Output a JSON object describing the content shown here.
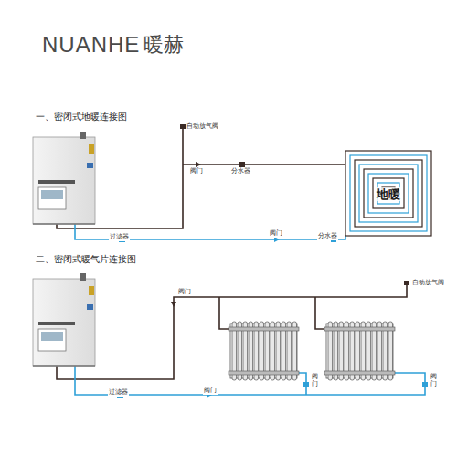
{
  "diagram": {
    "nodes": [
      {
        "text": [
          "地暖"
        ]
      }
    ],
    "labels": [
      "NUANHE",
      "暖赫",
      "一、密闭式地暖连接图",
      "自动放气阀",
      "阀门",
      "分水器",
      "过滤器",
      "阀门",
      "分水器",
      "二、密闭式暖气片连接图",
      "阀门",
      "自动放气阀",
      "过滤器",
      "阀门",
      "阀门",
      "阀门"
    ]
  }
}
